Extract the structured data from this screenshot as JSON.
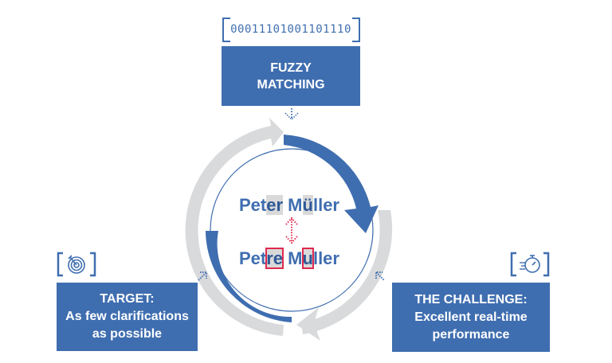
{
  "top": {
    "binary_code": "00011101001101110",
    "title_line1": "FUZZY",
    "title_line2": "MATCHING",
    "icon": "binary-bracket-icon"
  },
  "center": {
    "name_original": {
      "prefix": "Pet",
      "highlight1": "e",
      "mid1": "r",
      "space": " M",
      "highlight2": "ü",
      "suffix": "ller"
    },
    "name_variant": {
      "prefix": "Pet",
      "highlight1": "re",
      "space": " M",
      "highlight2": "u",
      "suffix": "ller"
    },
    "compare_icon": "dotted-double-arrow-icon"
  },
  "left": {
    "title": "TARGET:",
    "line2": "As few clarifications",
    "line3": "as possible",
    "icon": "target-icon"
  },
  "right": {
    "title": "THE CHALLENGE:",
    "line2": "Excellent real-time",
    "line3": "performance",
    "icon": "stopwatch-icon"
  },
  "colors": {
    "brand_blue": "#3f6eb0",
    "ring_gray": "#d9dadb",
    "highlight_red": "#e0294f",
    "highlight_gray": "#d9d9d9"
  }
}
